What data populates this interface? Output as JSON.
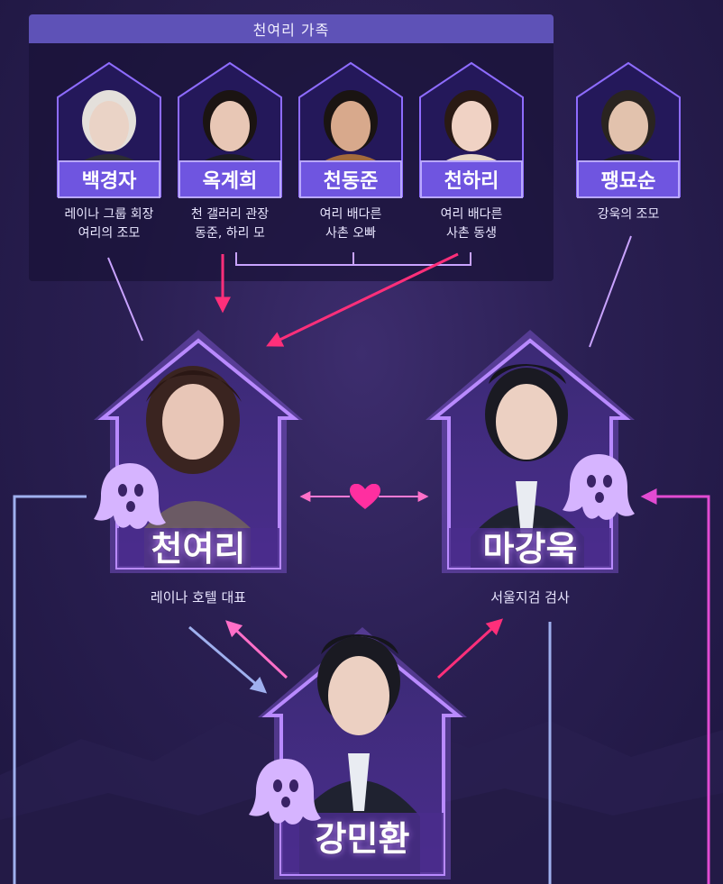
{
  "family_group": {
    "title": "천여리 가족",
    "members": [
      {
        "id": "baek",
        "name": "백경자",
        "desc1": "레이나 그룹 회장",
        "desc2": "여리의 조모"
      },
      {
        "id": "ok",
        "name": "옥계희",
        "desc1": "천 갤러리 관장",
        "desc2": "동준, 하리 모"
      },
      {
        "id": "dongjun",
        "name": "천동준",
        "desc1": "여리 배다른",
        "desc2": "사촌 오빠"
      },
      {
        "id": "hari",
        "name": "천하리",
        "desc1": "여리 배다른",
        "desc2": "사촌 동생"
      }
    ]
  },
  "outside_member": {
    "id": "paeng",
    "name": "팽묘순",
    "desc1": "강욱의 조모"
  },
  "main_characters": [
    {
      "id": "yeori",
      "name": "천여리",
      "desc": "레이나 호텔 대표"
    },
    {
      "id": "gangwook",
      "name": "마강욱",
      "desc": "서울지검 검사"
    },
    {
      "id": "minhwan",
      "name": "강민환"
    }
  ],
  "colors": {
    "panel": "#191237",
    "title_bar": "#5e52b7",
    "name_bar": "#6f55e0",
    "house_border": "#9f6bff",
    "arrow_pink": "#ff2f7a",
    "line_blue": "#8fa3e8",
    "line_pink": "#e24bd2",
    "heart": "#ff2fa0"
  },
  "icons": [
    "ghost-icon",
    "heart-icon",
    "house-icon"
  ]
}
